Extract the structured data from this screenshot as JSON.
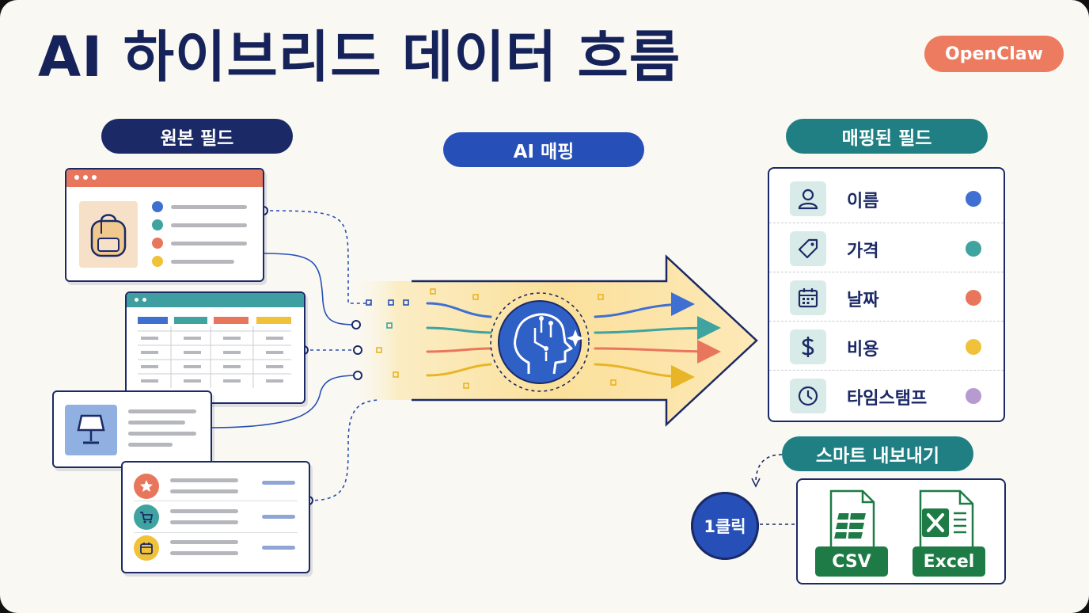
{
  "title": "AI 하이브리드 데이터 흐름",
  "brand": "OpenClaw",
  "labels": {
    "source_fields": "원본 필드",
    "ai_mapping": "AI 매핑",
    "mapped_fields": "매핑된 필드",
    "smart_export": "스마트 내보내기",
    "one_click": "1클릭"
  },
  "mapped_fields": [
    {
      "label": "이름",
      "icon": "person-icon",
      "color": "#3f6fd1"
    },
    {
      "label": "가격",
      "icon": "price-tag-icon",
      "color": "#3fa3a0"
    },
    {
      "label": "날짜",
      "icon": "calendar-icon",
      "color": "#e8765c"
    },
    {
      "label": "비용",
      "icon": "dollar-icon",
      "color": "#f0c23a"
    },
    {
      "label": "타임스탬프",
      "icon": "clock-icon",
      "color": "#b79ad1"
    }
  ],
  "export_formats": [
    {
      "label": "CSV",
      "icon": "csv-file-icon"
    },
    {
      "label": "Excel",
      "icon": "excel-file-icon"
    }
  ],
  "colors": {
    "navy": "#1b2a66",
    "blue": "#2650b8",
    "teal": "#1f7f83",
    "coral": "#ec7b5f",
    "yellow": "#f0c23a",
    "green": "#1e7b45",
    "background": "#faf8f2"
  }
}
